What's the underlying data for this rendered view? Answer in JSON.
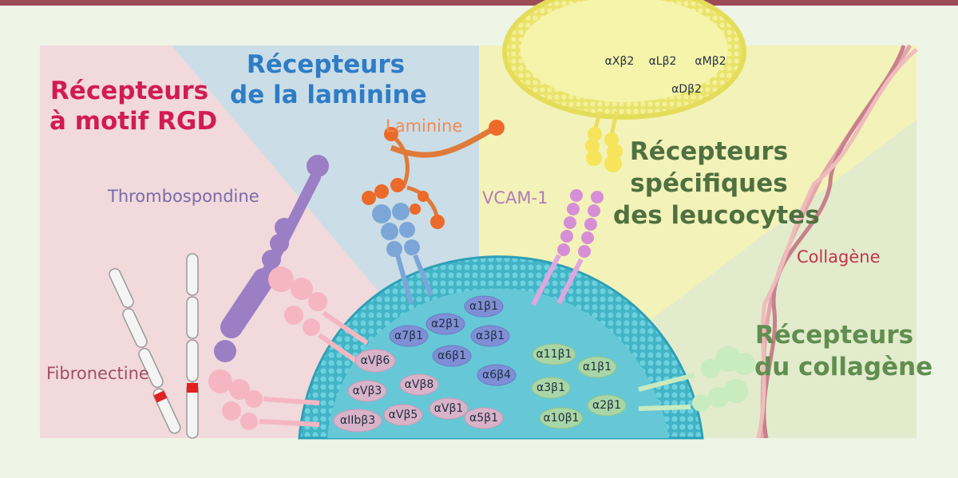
{
  "headings": {
    "rgd": [
      "Récepteurs",
      "à motif RGD"
    ],
    "laminin": [
      "Récepteurs",
      "de la laminine"
    ],
    "leukocyte": [
      "Récepteurs",
      "spécifiques",
      "des leucocytes"
    ],
    "collagen": [
      "Récepteurs",
      "du collagène"
    ]
  },
  "ligands": {
    "thrombospondine": "Thrombospondine",
    "laminine": "Laminine",
    "vcam": "VCAM-1",
    "fibronectine": "Fibronectine",
    "collagene": "Collagène"
  },
  "colors": {
    "rgd": "#d11b55",
    "laminin": "#2e7cc6",
    "leukocyte": "#4f7040",
    "collagen": "#5f8e4f",
    "membrane": "#3fb7c9",
    "accent_bar": "#9c4a56"
  },
  "receptors": {
    "rgd": [
      "αVβ6",
      "αVβ3",
      "αVβ8",
      "αIIbβ3",
      "αVβ5",
      "αVβ1",
      "α5β1"
    ],
    "laminin": [
      "α1β1",
      "α7β1",
      "α2β1",
      "α3β1",
      "α6β1",
      "α6β4"
    ],
    "collagen": [
      "α11β1",
      "α1β1",
      "α3β1",
      "α2β1",
      "α10β1"
    ],
    "leukocyte": [
      "αXβ2",
      "αLβ2",
      "αMβ2",
      "αDβ2"
    ]
  }
}
